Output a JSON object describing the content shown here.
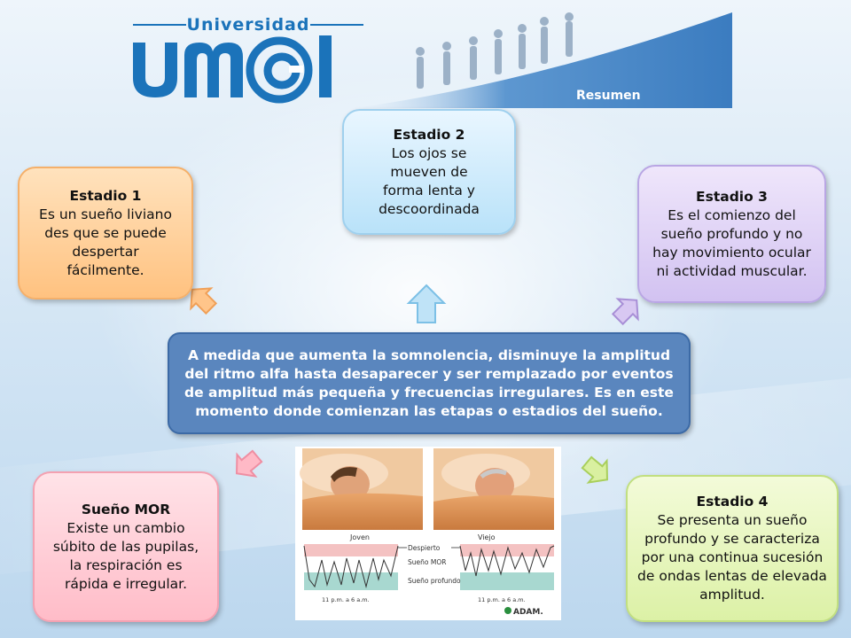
{
  "header": {
    "logo_top": "Universidad",
    "logo_main": "UMEL",
    "section_label": "Resumen"
  },
  "central": {
    "text": "A medida que aumenta la somnolencia, disminuye la amplitud del ritmo alfa hasta desaparecer y ser remplazado por eventos de amplitud más pequeña y frecuencias irregulares. Es en este momento donde comienzan las etapas o estadios del sueño."
  },
  "stages": {
    "estadio1": {
      "title": "Estadio 1",
      "text": "Es un sueño liviano des que se puede despertar fácilmente."
    },
    "estadio2": {
      "title": "Estadio 2",
      "text": "Los ojos se mueven de forma lenta y descoordinada"
    },
    "estadio3": {
      "title": "Estadio 3",
      "text": "Es el comienzo del sueño profundo y no hay movimiento ocular ni actividad muscular."
    },
    "estadio4": {
      "title": "Estadio 4",
      "text": "Se presenta un sueño profundo y se caracteriza por una continua sucesión de ondas lentas de elevada amplitud."
    },
    "mor": {
      "title": "Sueño MOR",
      "text": "Existe un cambio súbito de las pupilas, la respiración es rápida e irregular."
    }
  },
  "figure": {
    "label_joven": "Joven",
    "label_viejo": "Viejo",
    "label_despierto": "Despierto",
    "label_mor": "Sueño MOR",
    "label_profundo": "Sueño profundo",
    "time_left": "11 p.m. a 6 a.m.",
    "time_right": "11 p.m. a 6 a.m.",
    "credit": "ADAM."
  },
  "colors": {
    "logo_blue": "#1b73ba",
    "central_fill": "#5a86be",
    "arrow_blue": "#bfe3f7",
    "arrow_orange": "#ffc58a",
    "arrow_purple": "#d8c8f2",
    "arrow_green": "#d9f0a0",
    "arrow_pink": "#ffb9c6"
  }
}
